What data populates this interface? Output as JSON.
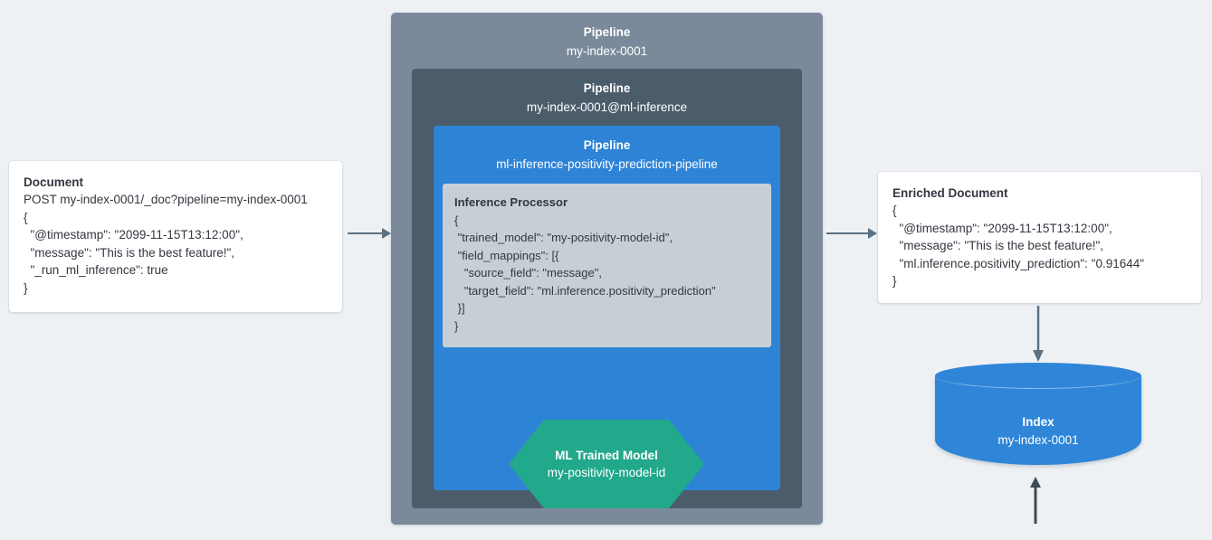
{
  "background_color": "#eef1f4",
  "document": {
    "title": "Document",
    "lines": [
      "POST my-index-0001/_doc?pipeline=my-index-0001",
      "{",
      "  \"@timestamp\": \"2099-11-15T13:12:00\",",
      "  \"message\": \"This is the best feature!\",",
      "  \"_run_ml_inference\": true",
      "}"
    ]
  },
  "pipelines": {
    "outer": {
      "kind": "Pipeline",
      "name": "my-index-0001",
      "color": "#7b8a9b"
    },
    "middle": {
      "kind": "Pipeline",
      "name": "my-index-0001@ml-inference",
      "color": "#4b5c6b"
    },
    "inner": {
      "kind": "Pipeline",
      "name": "ml-inference-positivity-prediction-pipeline",
      "color": "#2d83d6"
    }
  },
  "inference_processor": {
    "title": "Inference Processor",
    "color": "#c7cfd6",
    "lines": [
      "{",
      " \"trained_model\": \"my-positivity-model-id\",",
      " \"field_mappings\": [{",
      "   \"source_field\": \"message\",",
      "   \"target_field\": \"ml.inference.positivity_prediction\"",
      " }]",
      "}"
    ]
  },
  "ml_model": {
    "kind": "ML Trained Model",
    "name": "my-positivity-model-id",
    "color": "#22a88b"
  },
  "enriched_document": {
    "title": "Enriched Document",
    "lines": [
      "{",
      "  \"@timestamp\": \"2099-11-15T13:12:00\",",
      "  \"message\": \"This is the best feature!\",",
      "  \"ml.inference.positivity_prediction\": \"0.91644\"",
      "}"
    ]
  },
  "index": {
    "kind": "Index",
    "name": "my-index-0001",
    "color": "#2f86d8"
  },
  "arrows": {
    "color": "#5a7184",
    "doc_to_pipeline": "right",
    "pipeline_to_enriched": "right",
    "model_to_processor": "up",
    "enriched_to_index": "down"
  }
}
